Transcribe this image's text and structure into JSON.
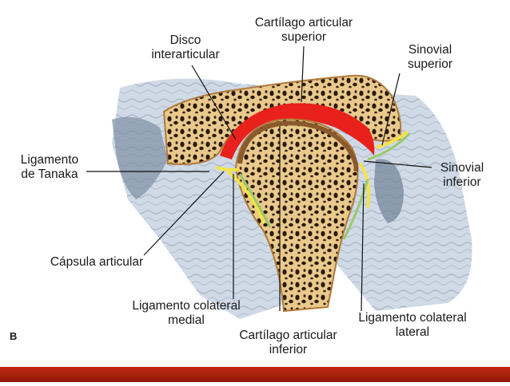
{
  "figure_letter": "B",
  "labels": {
    "cartilago_superior": [
      "Cartílago articular",
      "superior"
    ],
    "disco": [
      "Disco",
      "interarticular"
    ],
    "sinovial_superior": [
      "Sinovial",
      "superior"
    ],
    "ligamento_tanaka": [
      "Ligamento",
      "de Tanaka"
    ],
    "sinovial_inferior": [
      "Sinovial",
      "inferior"
    ],
    "capsula": [
      "Cápsula articular"
    ],
    "colateral_medial": [
      "Ligamento colateral",
      "medial"
    ],
    "cartilago_inferior": [
      "Cartílago articular",
      "inferior"
    ],
    "colateral_lateral": [
      "Ligamento colateral",
      "lateral"
    ]
  },
  "colors": {
    "bone": "#f1d6a2",
    "bone_edge": "#b07a3a",
    "cartilage": "#8a5a2c",
    "disc": "#e8211c",
    "synovial": "#f3e24a",
    "capsule_green": "#9bc86a",
    "tissue": "#b9c8d9",
    "leader": "#111111",
    "bottom_bar": "#b5200f"
  }
}
